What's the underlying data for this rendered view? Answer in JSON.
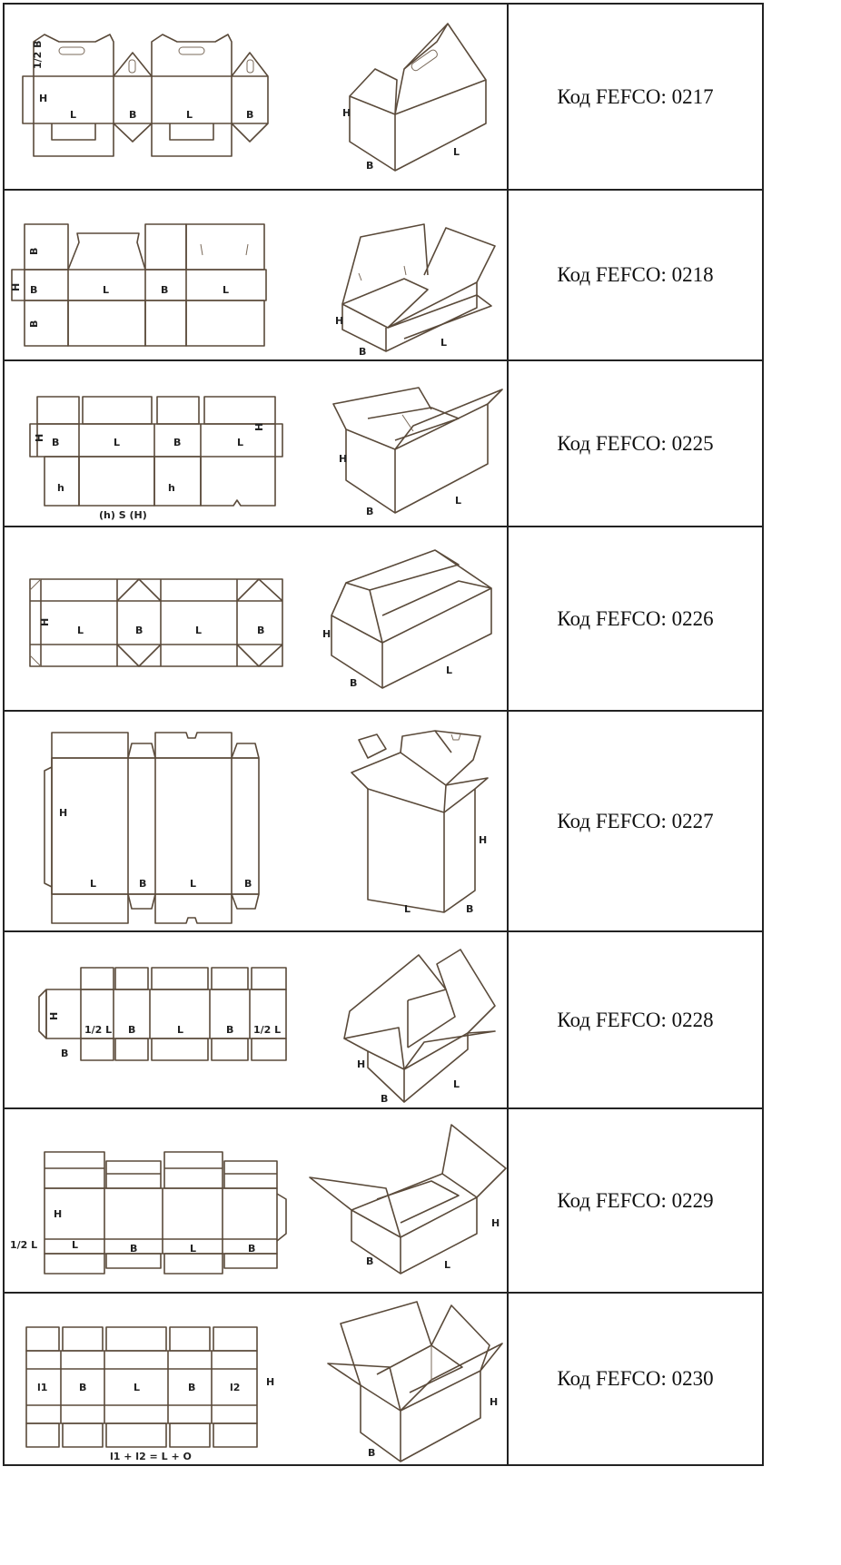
{
  "rows": [
    {
      "code": "Код FEFCO: 0217",
      "flat_labels": [
        "1/2 B",
        "H",
        "L",
        "B",
        "L",
        "B"
      ],
      "box_labels": [
        "H",
        "B",
        "L"
      ]
    },
    {
      "code": "Код FEFCO: 0218",
      "flat_labels": [
        "B",
        "H",
        "B",
        "L",
        "B",
        "L",
        "B"
      ],
      "box_labels": [
        "H",
        "B",
        "L"
      ]
    },
    {
      "code": "Код FEFCO: 0225",
      "flat_labels": [
        "H",
        "B",
        "L",
        "B",
        "L",
        "H",
        "h",
        "h",
        "(h) S (H)"
      ],
      "box_labels": [
        "H",
        "B",
        "L"
      ]
    },
    {
      "code": "Код FEFCO: 0226",
      "flat_labels": [
        "H",
        "L",
        "B",
        "L",
        "B"
      ],
      "box_labels": [
        "H",
        "B",
        "L"
      ]
    },
    {
      "code": "Код FEFCO: 0227",
      "flat_labels": [
        "H",
        "L",
        "B",
        "L",
        "B"
      ],
      "box_labels": [
        "H",
        "L",
        "B"
      ]
    },
    {
      "code": "Код FEFCO: 0228",
      "flat_labels": [
        "H",
        "1/2 L",
        "B",
        "L",
        "B",
        "1/2 L",
        "B"
      ],
      "box_labels": [
        "H",
        "B",
        "L"
      ]
    },
    {
      "code": "Код FEFCO: 0229",
      "flat_labels": [
        "H",
        "1/2 L",
        "L",
        "B",
        "L",
        "B"
      ],
      "box_labels": [
        "H",
        "B",
        "L"
      ]
    },
    {
      "code": "Код FEFCO: 0230",
      "flat_labels": [
        "l1",
        "B",
        "L",
        "B",
        "l2",
        "H",
        "l1 + l2 = L + O"
      ],
      "box_labels": [
        "H",
        "B"
      ]
    }
  ]
}
